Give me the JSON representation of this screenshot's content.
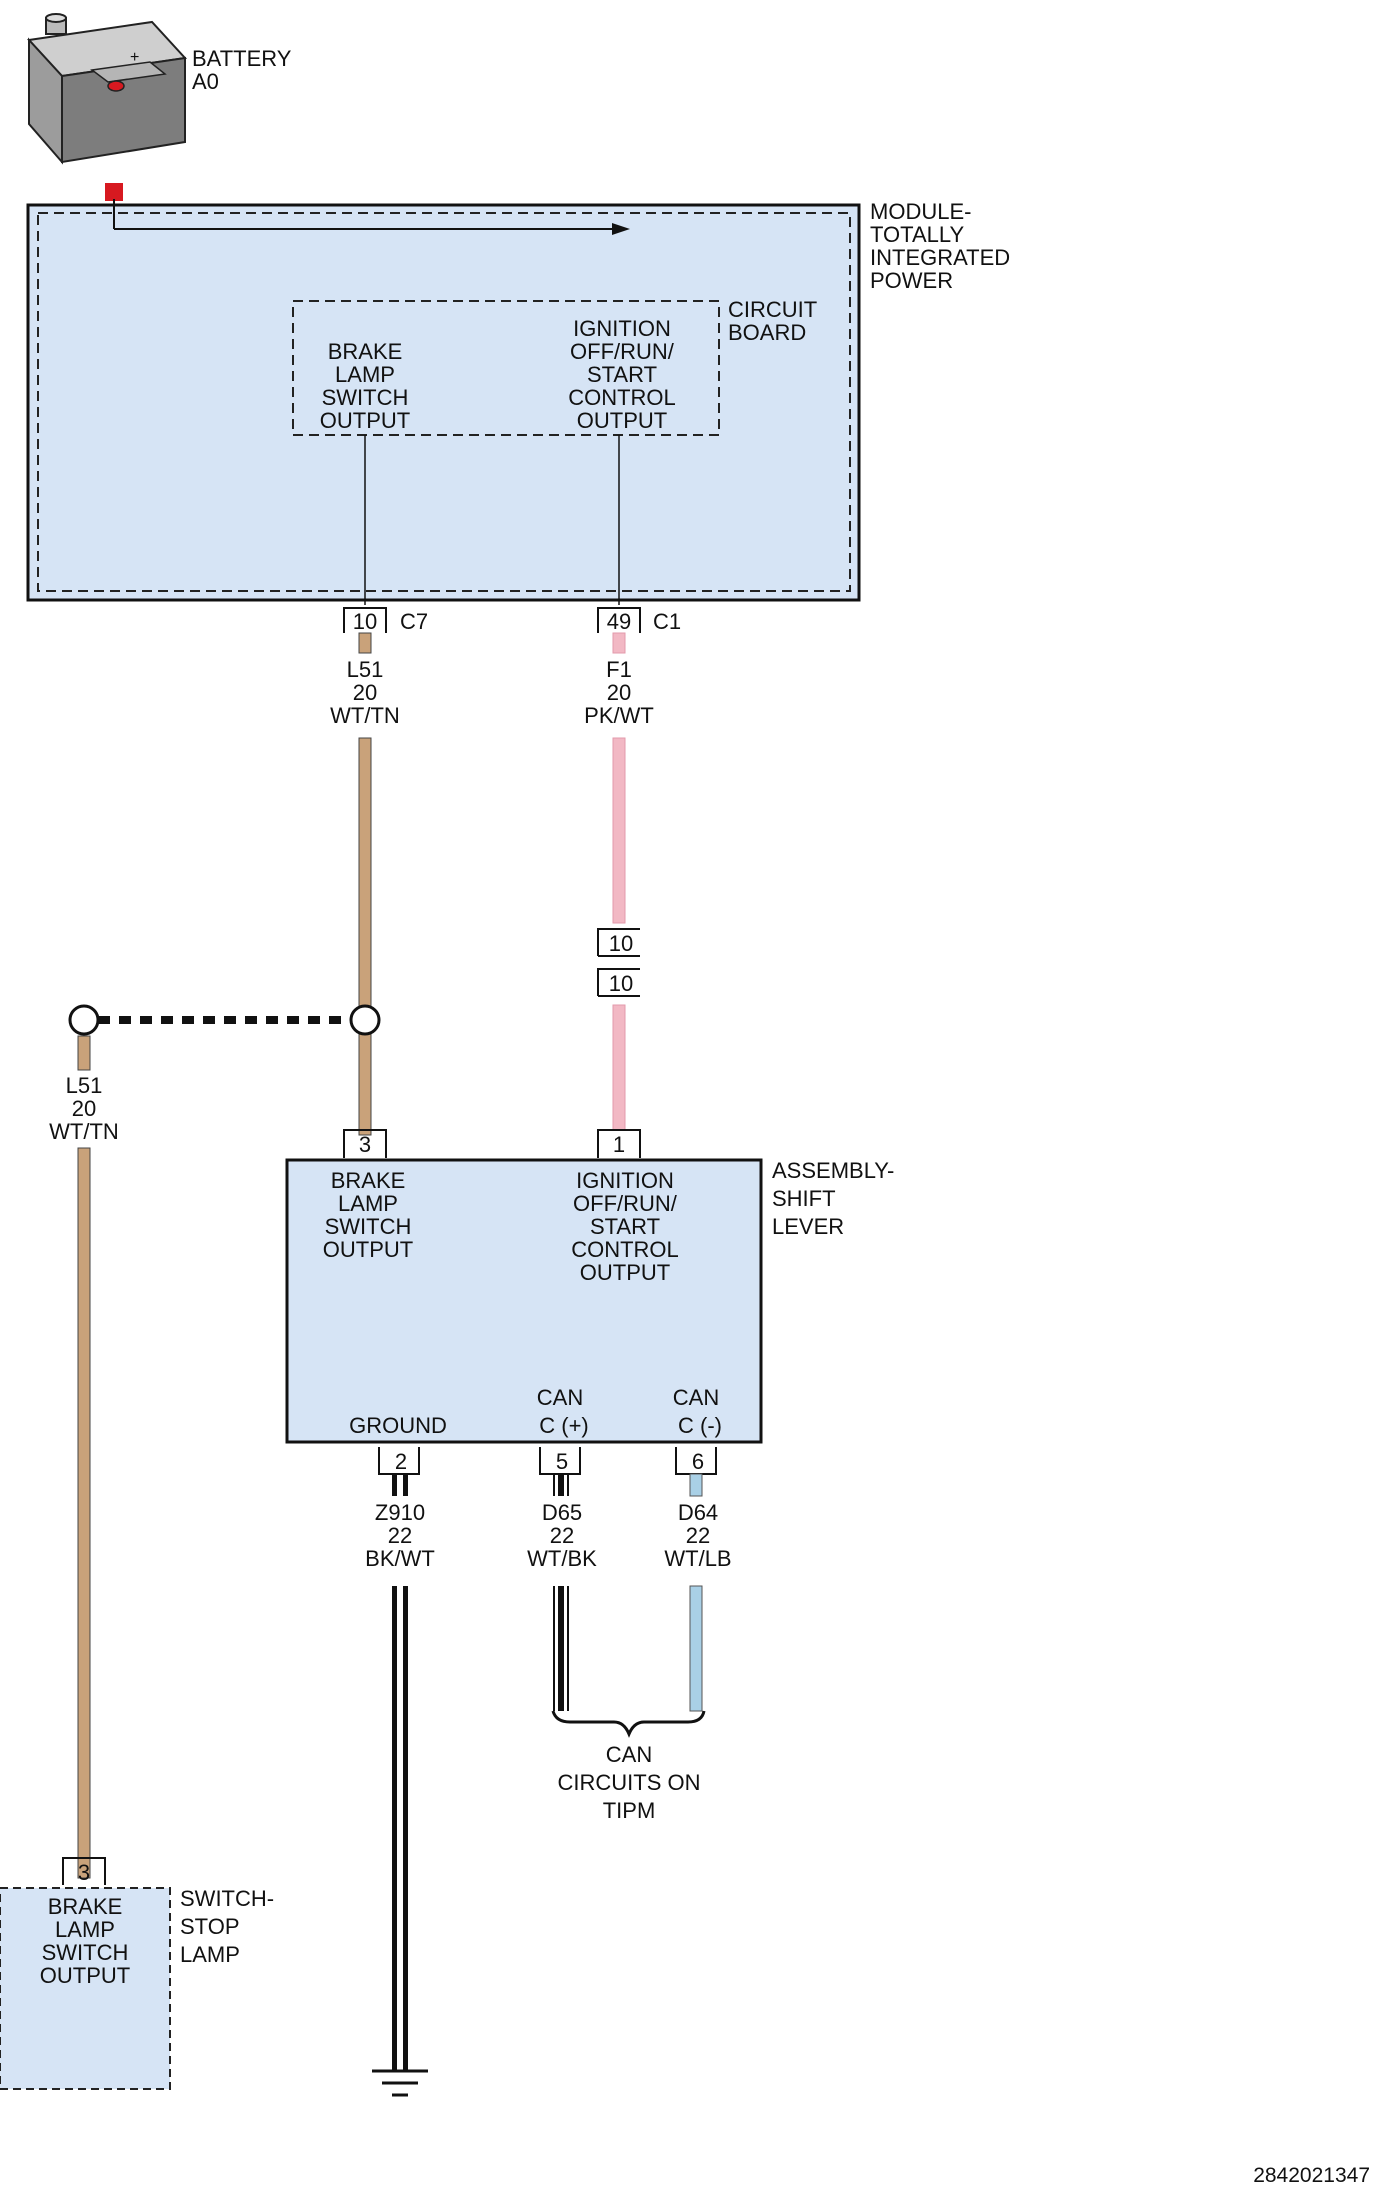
{
  "battery": {
    "name": "BATTERY",
    "id": "A0"
  },
  "module": {
    "lines": [
      "MODULE-",
      "TOTALLY",
      "INTEGRATED",
      "POWER"
    ]
  },
  "circuit_board": {
    "lines": [
      "CIRCUIT",
      "BOARD"
    ]
  },
  "module_outputs": {
    "brake": [
      "BRAKE",
      "LAMP",
      "SWITCH",
      "OUTPUT"
    ],
    "ignition": [
      "IGNITION",
      "OFF/RUN/",
      "START",
      "CONTROL",
      "OUTPUT"
    ]
  },
  "connectors": {
    "c7": {
      "pin": "10",
      "name": "C7"
    },
    "c1": {
      "pin": "49",
      "name": "C1"
    },
    "inline_top": "10",
    "inline_bottom": "10",
    "shift_pin3": "3",
    "shift_pin1": "1",
    "shift_pin2": "2",
    "shift_pin5": "5",
    "shift_pin6": "6",
    "switch_pin3": "3"
  },
  "wires": {
    "l51_top": [
      "L51",
      "20",
      "WT/TN"
    ],
    "f1": [
      "F1",
      "20",
      "PK/WT"
    ],
    "l51_left": [
      "L51",
      "20",
      "WT/TN"
    ],
    "z910": [
      "Z910",
      "22",
      "BK/WT"
    ],
    "d65": [
      "D65",
      "22",
      "WT/BK"
    ],
    "d64": [
      "D64",
      "22",
      "WT/LB"
    ]
  },
  "shift_lever": {
    "name": [
      "ASSEMBLY-",
      "SHIFT",
      "LEVER"
    ],
    "brake": [
      "BRAKE",
      "LAMP",
      "SWITCH",
      "OUTPUT"
    ],
    "ignition": [
      "IGNITION",
      "OFF/RUN/",
      "START",
      "CONTROL",
      "OUTPUT"
    ],
    "ground": "GROUND",
    "can_plus": [
      "CAN",
      "C (+)"
    ],
    "can_minus": [
      "CAN",
      "C (-)"
    ]
  },
  "can_note": [
    "CAN",
    "CIRCUITS ON",
    "TIPM"
  ],
  "switch": {
    "name": [
      "SWITCH-",
      "STOP",
      "LAMP"
    ],
    "output": [
      "BRAKE",
      "LAMP",
      "SWITCH",
      "OUTPUT"
    ]
  },
  "figure_id": "2842021347",
  "colors": {
    "fill_blue": "#d6e4f5",
    "tan": "#c9a27a",
    "pink": "#f2b8c4",
    "light_blue": "#a9d0e6",
    "red": "#d71920"
  }
}
